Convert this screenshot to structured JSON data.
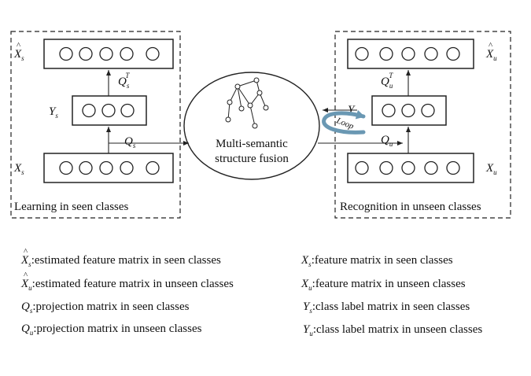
{
  "left_panel": {
    "caption": "Learning in seen classes",
    "top_label": {
      "base": "X",
      "hat": "^",
      "sub": "s"
    },
    "middle_label": {
      "base": "Y",
      "sub": "s"
    },
    "bottom_label": {
      "base": "X",
      "sub": "s"
    },
    "upper_arrow_label": {
      "base": "Q",
      "sub": "s",
      "sup": "T"
    },
    "lower_arrow_label": {
      "base": "Q",
      "sub": "s"
    }
  },
  "right_panel": {
    "caption": "Recognition in unseen classes",
    "top_label": {
      "base": "X",
      "hat": "^",
      "sub": "u"
    },
    "middle_label": {
      "base": "Y",
      "sub": "u"
    },
    "bottom_label": {
      "base": "X",
      "sub": "u"
    },
    "upper_arrow_label": {
      "base": "Q",
      "sub": "u",
      "sup": "T"
    },
    "lower_arrow_label": {
      "base": "Q",
      "sub": "u"
    },
    "loop_label": "Loop"
  },
  "center": {
    "line1": "Multi-semantic",
    "line2": "structure fusion"
  },
  "legend": {
    "left": [
      {
        "base": "X",
        "hat": "^",
        "sub": "s",
        "text": ":estimated feature matrix in seen classes"
      },
      {
        "base": "X",
        "hat": "^",
        "sub": "u",
        "text": ":estimated feature matrix in unseen classes"
      },
      {
        "base": "Q",
        "sub": "s",
        "text": ":projection matrix in seen classes"
      },
      {
        "base": "Q",
        "sub": "u",
        "text": ":projection matrix in unseen classes"
      }
    ],
    "right": [
      {
        "base": "X",
        "sub": "s",
        "text": ":feature matrix in seen classes"
      },
      {
        "base": "X",
        "sub": "u",
        "text": ":feature matrix in unseen classes"
      },
      {
        "base": "Y",
        "sub": "s",
        "text": ":class label matrix in seen classes"
      },
      {
        "base": "Y",
        "sub": "u",
        "text": ":class label matrix in unseen classes"
      }
    ]
  },
  "colors": {
    "stroke": "#222222",
    "loop_arrow": "#6a98b3"
  }
}
